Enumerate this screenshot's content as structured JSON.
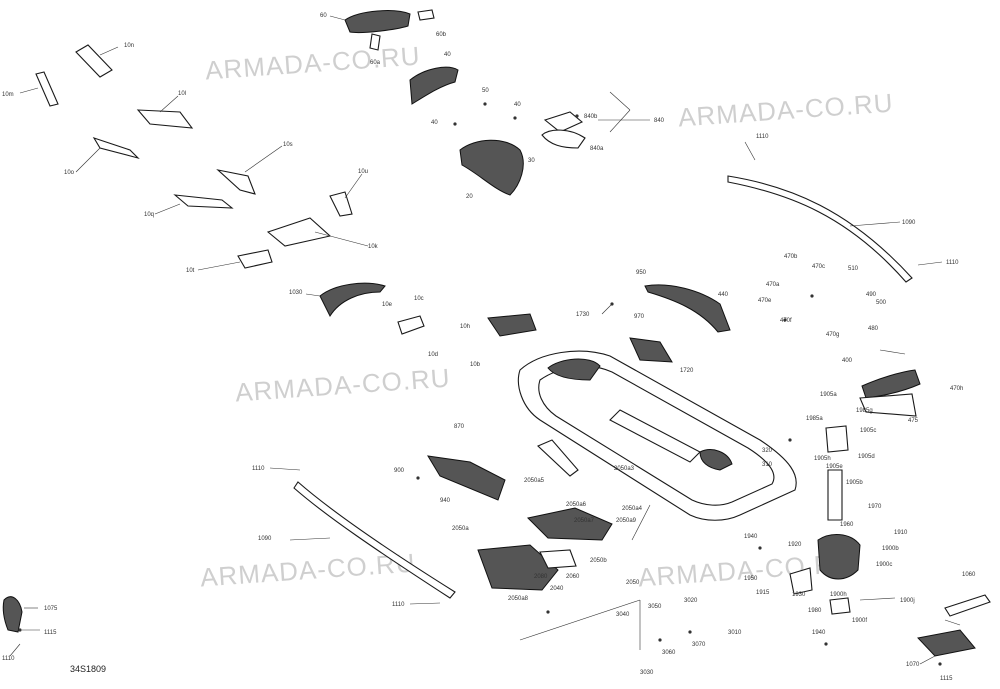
{
  "watermark": "ARMADA-CO.RU",
  "document_id": "34S1809",
  "callouts": [
    {
      "id": "c60",
      "label": "60"
    },
    {
      "id": "c60a",
      "label": "60a"
    },
    {
      "id": "c60b",
      "label": "60b"
    },
    {
      "id": "c10m",
      "label": "10m"
    },
    {
      "id": "c10n",
      "label": "10n"
    },
    {
      "id": "c10l",
      "label": "10l"
    },
    {
      "id": "c10o",
      "label": "10o"
    },
    {
      "id": "c10s",
      "label": "10s"
    },
    {
      "id": "c10u",
      "label": "10u"
    },
    {
      "id": "c10q",
      "label": "10q"
    },
    {
      "id": "c10k",
      "label": "10k"
    },
    {
      "id": "c10t",
      "label": "10t"
    },
    {
      "id": "c40a",
      "label": "40"
    },
    {
      "id": "c40b",
      "label": "40"
    },
    {
      "id": "c40c",
      "label": "40"
    },
    {
      "id": "c50",
      "label": "50"
    },
    {
      "id": "c30",
      "label": "30"
    },
    {
      "id": "c20",
      "label": "20"
    },
    {
      "id": "c840b",
      "label": "840b"
    },
    {
      "id": "c840",
      "label": "840"
    },
    {
      "id": "c840a",
      "label": "840a"
    },
    {
      "id": "c1110a",
      "label": "1110"
    },
    {
      "id": "c1090a",
      "label": "1090"
    },
    {
      "id": "c1110b",
      "label": "1110"
    },
    {
      "id": "c1030",
      "label": "1030"
    },
    {
      "id": "c10e",
      "label": "10e"
    },
    {
      "id": "c10c",
      "label": "10c"
    },
    {
      "id": "c10h",
      "label": "10h"
    },
    {
      "id": "c10b",
      "label": "10b"
    },
    {
      "id": "c10d",
      "label": "10d"
    },
    {
      "id": "c1730",
      "label": "1730"
    },
    {
      "id": "c950",
      "label": "950"
    },
    {
      "id": "c970",
      "label": "970"
    },
    {
      "id": "c1720",
      "label": "1720"
    },
    {
      "id": "c440",
      "label": "440"
    },
    {
      "id": "c470b",
      "label": "470b"
    },
    {
      "id": "c470c",
      "label": "470c"
    },
    {
      "id": "c470a",
      "label": "470a"
    },
    {
      "id": "c470e",
      "label": "470e"
    },
    {
      "id": "c470f",
      "label": "470f"
    },
    {
      "id": "c470g",
      "label": "470g"
    },
    {
      "id": "c510",
      "label": "510"
    },
    {
      "id": "c490",
      "label": "490"
    },
    {
      "id": "c500",
      "label": "500"
    },
    {
      "id": "c480",
      "label": "480"
    },
    {
      "id": "c400",
      "label": "400"
    },
    {
      "id": "c470h",
      "label": "470h"
    },
    {
      "id": "c475",
      "label": "475"
    },
    {
      "id": "c1905a",
      "label": "1905a"
    },
    {
      "id": "c1985a",
      "label": "1985a"
    },
    {
      "id": "c1985g",
      "label": "1985g"
    },
    {
      "id": "c1905h",
      "label": "1905h"
    },
    {
      "id": "c1905c",
      "label": "1905c"
    },
    {
      "id": "c1905d",
      "label": "1905d"
    },
    {
      "id": "c1905e",
      "label": "1905e"
    },
    {
      "id": "c1905b",
      "label": "1905b"
    },
    {
      "id": "c320",
      "label": "320"
    },
    {
      "id": "c310",
      "label": "310"
    },
    {
      "id": "c870",
      "label": "870"
    },
    {
      "id": "c900",
      "label": "900"
    },
    {
      "id": "c940",
      "label": "940"
    },
    {
      "id": "c1110c",
      "label": "1110"
    },
    {
      "id": "c1090b",
      "label": "1090"
    },
    {
      "id": "c1110d",
      "label": "1110"
    },
    {
      "id": "c2050a5",
      "label": "2050a5"
    },
    {
      "id": "c2050a3",
      "label": "2050a3"
    },
    {
      "id": "c2050a4",
      "label": "2050a4"
    },
    {
      "id": "c2050a6",
      "label": "2050a6"
    },
    {
      "id": "c2050a7",
      "label": "2050a7"
    },
    {
      "id": "c2050a9",
      "label": "2050a9"
    },
    {
      "id": "c2050a",
      "label": "2050a"
    },
    {
      "id": "c2050b",
      "label": "2050b"
    },
    {
      "id": "c2080",
      "label": "2080"
    },
    {
      "id": "c2060",
      "label": "2060"
    },
    {
      "id": "c2040",
      "label": "2040"
    },
    {
      "id": "c2050a8",
      "label": "2050a8"
    },
    {
      "id": "c2050",
      "label": "2050"
    },
    {
      "id": "c1075",
      "label": "1075"
    },
    {
      "id": "c1115a",
      "label": "1115"
    },
    {
      "id": "c1110e",
      "label": "1110"
    },
    {
      "id": "c3040",
      "label": "3040"
    },
    {
      "id": "c3050",
      "label": "3050"
    },
    {
      "id": "c3020",
      "label": "3020"
    },
    {
      "id": "c3070",
      "label": "3070"
    },
    {
      "id": "c3060",
      "label": "3060"
    },
    {
      "id": "c3030",
      "label": "3030"
    },
    {
      "id": "c3010",
      "label": "3010"
    },
    {
      "id": "c1940",
      "label": "1940"
    },
    {
      "id": "c1920",
      "label": "1920"
    },
    {
      "id": "c1950",
      "label": "1950"
    },
    {
      "id": "c1915",
      "label": "1915"
    },
    {
      "id": "c1930",
      "label": "1930"
    },
    {
      "id": "c1960",
      "label": "1960"
    },
    {
      "id": "c1970",
      "label": "1970"
    },
    {
      "id": "c1900b",
      "label": "1900b"
    },
    {
      "id": "c1900c",
      "label": "1900c"
    },
    {
      "id": "c1900f",
      "label": "1900f"
    },
    {
      "id": "c1900j",
      "label": "1900j"
    },
    {
      "id": "c1910",
      "label": "1910"
    },
    {
      "id": "c1980",
      "label": "1980"
    },
    {
      "id": "c1900h",
      "label": "1900h"
    },
    {
      "id": "c1940b",
      "label": "1940"
    },
    {
      "id": "c1060",
      "label": "1060"
    },
    {
      "id": "c1070",
      "label": "1070"
    },
    {
      "id": "c1115b",
      "label": "1115"
    }
  ]
}
